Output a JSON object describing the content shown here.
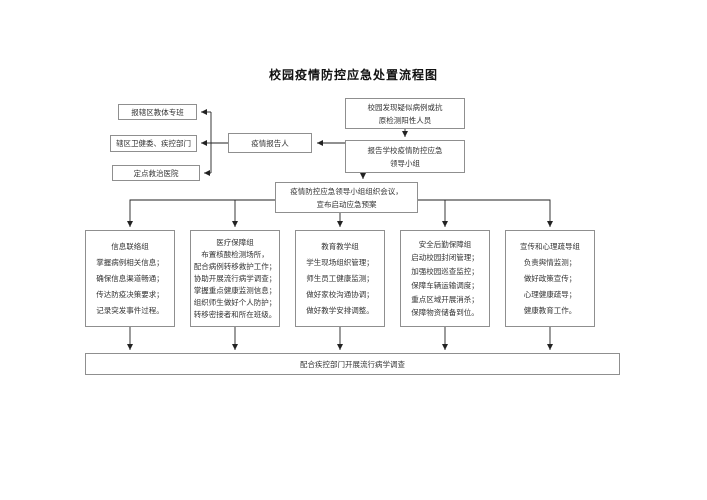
{
  "title": "校园疫情防控应急处置流程图",
  "flow": {
    "case_found": [
      "校园发现疑似病例或抗",
      "原检测阳性人员"
    ],
    "report_leadership": [
      "报告学校疫情防控应急",
      "领导小组"
    ],
    "reporter": "疫情报告人",
    "notify_targets": [
      "报辖区教体专班",
      "辖区卫健委、疾控部门",
      "定点救治医院"
    ],
    "meeting": [
      "疫情防控应急领导小组组织会议，",
      "宣布启动应急预案"
    ],
    "final": "配合疾控部门开展流行病学调查"
  },
  "groups": [
    {
      "title": "信息联络组",
      "items": [
        "掌握病例相关信息；",
        "确保信息渠道畅通；",
        "传达防疫决策要求；",
        "记录突发事件过程。"
      ]
    },
    {
      "title": "医疗保障组",
      "items": [
        "布置核酸检测场所，",
        "配合病例转移救护工作；",
        "协助开展流行病学调查；",
        "掌握重点健康监测信息；",
        "组织师生做好个人防护；",
        "转移密接者和所在班级。"
      ]
    },
    {
      "title": "教育教学组",
      "items": [
        "学生现场组织管理；",
        "师生员工健康监测；",
        "做好家校沟通协调；",
        "做好教学安排调整。"
      ]
    },
    {
      "title": "安全后勤保障组",
      "items": [
        "启动校园封闭管理；",
        "加强校园巡查监控；",
        "保障车辆运输调度；",
        "重点区域开展消杀；",
        "保障物资储备到位。"
      ]
    },
    {
      "title": "宣传和心理疏导组",
      "items": [
        "负责舆情监测；",
        "做好政策宣传；",
        "心理健康疏导；",
        "健康教育工作。"
      ]
    }
  ],
  "colors": {
    "box_border": "#8f8f8f",
    "connector": "#222222",
    "background": "#ffffff"
  }
}
